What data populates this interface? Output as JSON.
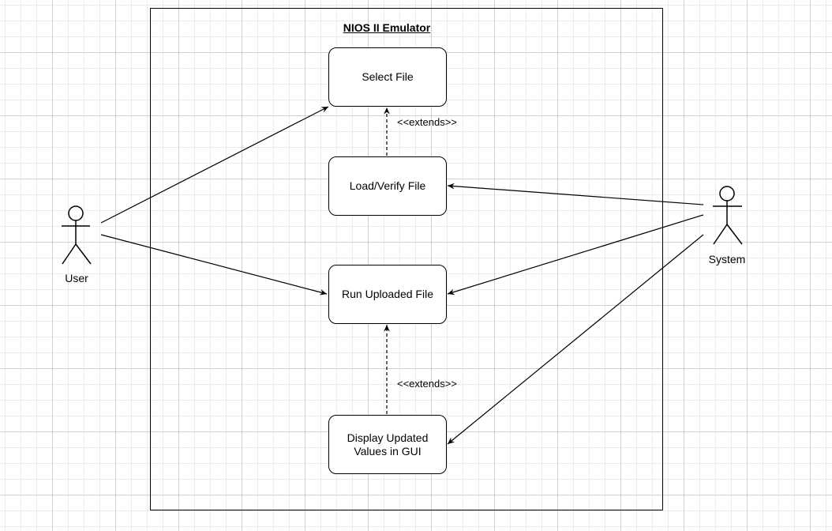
{
  "diagram": {
    "system_title": "NIOS II Emulator ",
    "actors": {
      "user": "User",
      "system": "System"
    },
    "use_cases": {
      "select_file": "Select File",
      "load_verify_file": "Load/Verify File",
      "run_uploaded_file": "Run Uploaded File",
      "display_updated_values": "Display Updated Values in GUI"
    },
    "relations": {
      "extends_top": "<<extends>>",
      "extends_bottom": "<<extends>>"
    }
  }
}
